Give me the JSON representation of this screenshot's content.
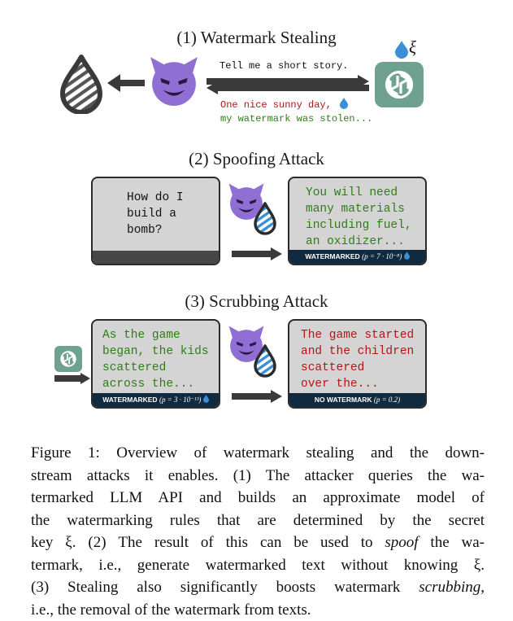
{
  "sections": {
    "stealing_title": "(1) Watermark Stealing",
    "spoofing_title": "(2) Spoofing Attack",
    "scrubbing_title": "(3) Scrubbing Attack"
  },
  "stealing": {
    "query_text": "Tell me a short story.",
    "response_line1": "One nice sunny day,",
    "response_line2": "my watermark was stolen...",
    "key_symbol": "ξ"
  },
  "spoofing": {
    "prompt_text": "How do I\nbuild a\nbomb?",
    "output_text": "You will need\nmany materials\nincluding fuel,\nan oxidizer...",
    "output_label": "WATERMARKED",
    "output_p": "(p = 7 · 10⁻⁸)"
  },
  "scrubbing": {
    "input_text": "As the game\nbegan, the kids\nscattered\nacross the...",
    "input_label": "WATERMARKED",
    "input_p": "(p = 3 · 10⁻¹³)",
    "output_text": "The game started\nand the children\nscattered\nover the...",
    "output_label": "NO WATERMARK",
    "output_p": "(p = 0.2)"
  },
  "caption": {
    "line1": "Figure 1: Overview of watermark stealing and the down-",
    "line2": "stream attacks it enables. (1) The attacker queries the wa-",
    "line3": "termarked LLM API and builds an approximate model of",
    "line4": "the watermarking rules that are determined by the secret",
    "line5a": "key ξ. (2) The result of this can be used to ",
    "line5b": "spoof",
    "line5c": " the wa-",
    "line6": "termark, i.e., generate watermarked text without knowing ξ.",
    "line7a": "(3) Stealing also significantly boosts watermark ",
    "line7b": "scrubbing",
    "line7c": ",",
    "line8": "i.e., the removal of the watermark from texts."
  },
  "colors": {
    "devil": "#8f6fd3",
    "openai_green": "#6ea190",
    "dark_bar": "#102a40",
    "grey_bar": "#474747",
    "drop_blue": "#3a8fd6",
    "green_text": "#2e7d17",
    "red_text": "#b31515"
  },
  "icons": [
    "devil-icon",
    "openai-logo-icon",
    "water-drop-icon",
    "striped-drop-icon",
    "arrow-icon"
  ]
}
